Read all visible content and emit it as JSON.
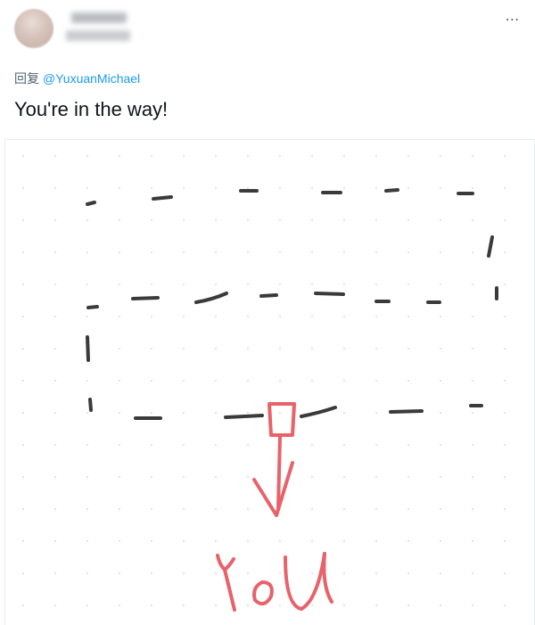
{
  "tweet": {
    "reply_label": "回复",
    "reply_to": "@YuxuanMichael",
    "text": "You're in the way!",
    "more_icon": "⋯"
  },
  "drawing": {
    "handwritten_text": "You",
    "colors": {
      "background": "#ffffff",
      "grid_dots": "#d9d9d9",
      "pencil": "#3a3a3a",
      "red_ink": "#e8626a"
    }
  },
  "colors": {
    "link": "#1d9bf0",
    "secondary_text": "#536471",
    "primary_text": "#0f1419"
  }
}
